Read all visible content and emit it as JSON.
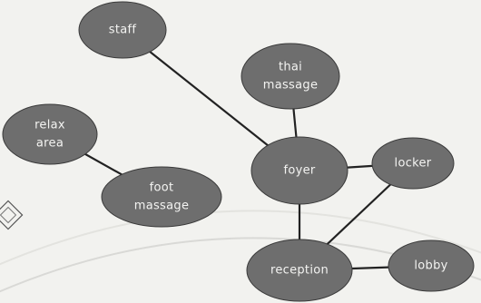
{
  "colors": {
    "background": "#f2f2ef",
    "node_fill": "#6e6e6e",
    "edge": "#222222",
    "label": "#f4f4f2"
  },
  "nodes": [
    {
      "id": "staff",
      "lines": [
        "staff"
      ]
    },
    {
      "id": "thai-massage",
      "lines": [
        "thai",
        "massage"
      ]
    },
    {
      "id": "relax-area",
      "lines": [
        "relax",
        "area"
      ]
    },
    {
      "id": "foot-massage",
      "lines": [
        "foot",
        "massage"
      ]
    },
    {
      "id": "foyer",
      "lines": [
        "foyer"
      ]
    },
    {
      "id": "locker",
      "lines": [
        "locker"
      ]
    },
    {
      "id": "reception",
      "lines": [
        "reception"
      ]
    },
    {
      "id": "lobby",
      "lines": [
        "lobby"
      ]
    }
  ],
  "edges": [
    {
      "from": "staff",
      "to": "foyer"
    },
    {
      "from": "thai-massage",
      "to": "foyer"
    },
    {
      "from": "relax-area",
      "to": "foot-massage"
    },
    {
      "from": "foyer",
      "to": "locker"
    },
    {
      "from": "foyer",
      "to": "reception"
    },
    {
      "from": "locker",
      "to": "reception"
    },
    {
      "from": "reception",
      "to": "lobby"
    }
  ]
}
